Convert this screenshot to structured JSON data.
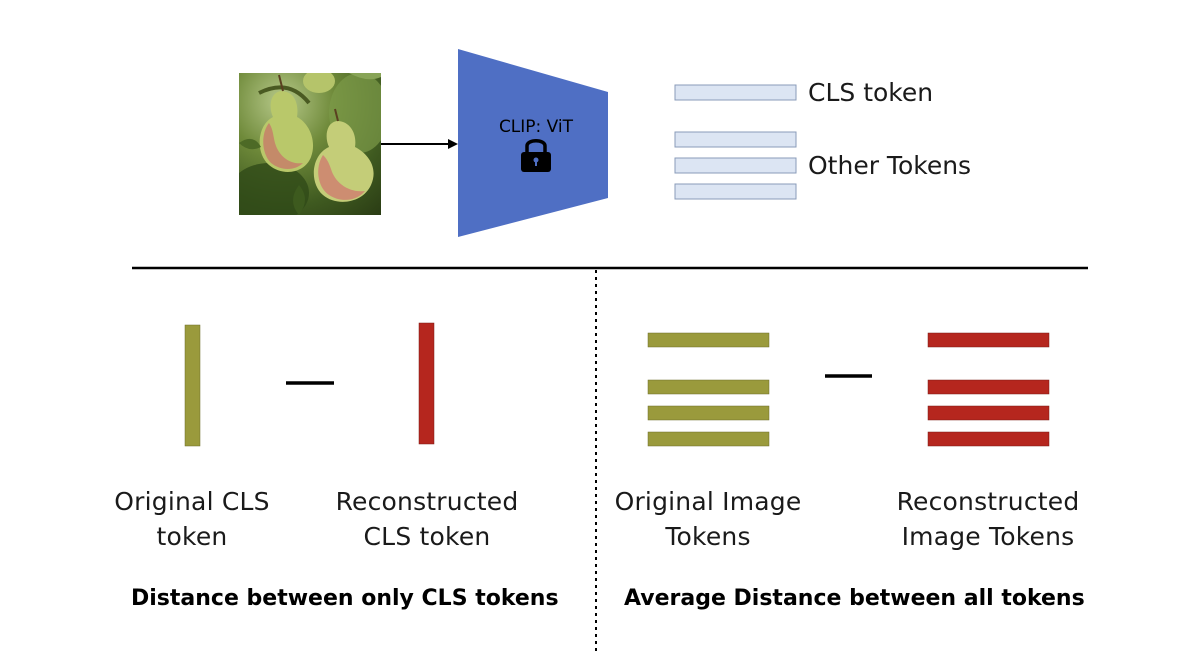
{
  "encoder": {
    "label": "CLIP: ViT",
    "color": "#4f6fc4",
    "icon": "lock-icon"
  },
  "outputs": {
    "cls_label": "CLS token",
    "other_label": "Other Tokens",
    "token_fill": "#dce5f3",
    "token_stroke": "#8a9bb8"
  },
  "left_panel": {
    "original_label": "Original CLS token",
    "original_lines": [
      "Original CLS",
      "token"
    ],
    "reconstructed_lines": [
      "Reconstructed",
      "CLS token"
    ],
    "caption": "Distance between only CLS tokens"
  },
  "right_panel": {
    "original_lines": [
      "Original Image",
      "Tokens"
    ],
    "reconstructed_lines": [
      "Reconstructed",
      "Image Tokens"
    ],
    "caption": "Average Distance between all tokens"
  },
  "colors": {
    "original": "#9a9a3c",
    "reconstructed": "#b5261e",
    "line": "#000000"
  }
}
